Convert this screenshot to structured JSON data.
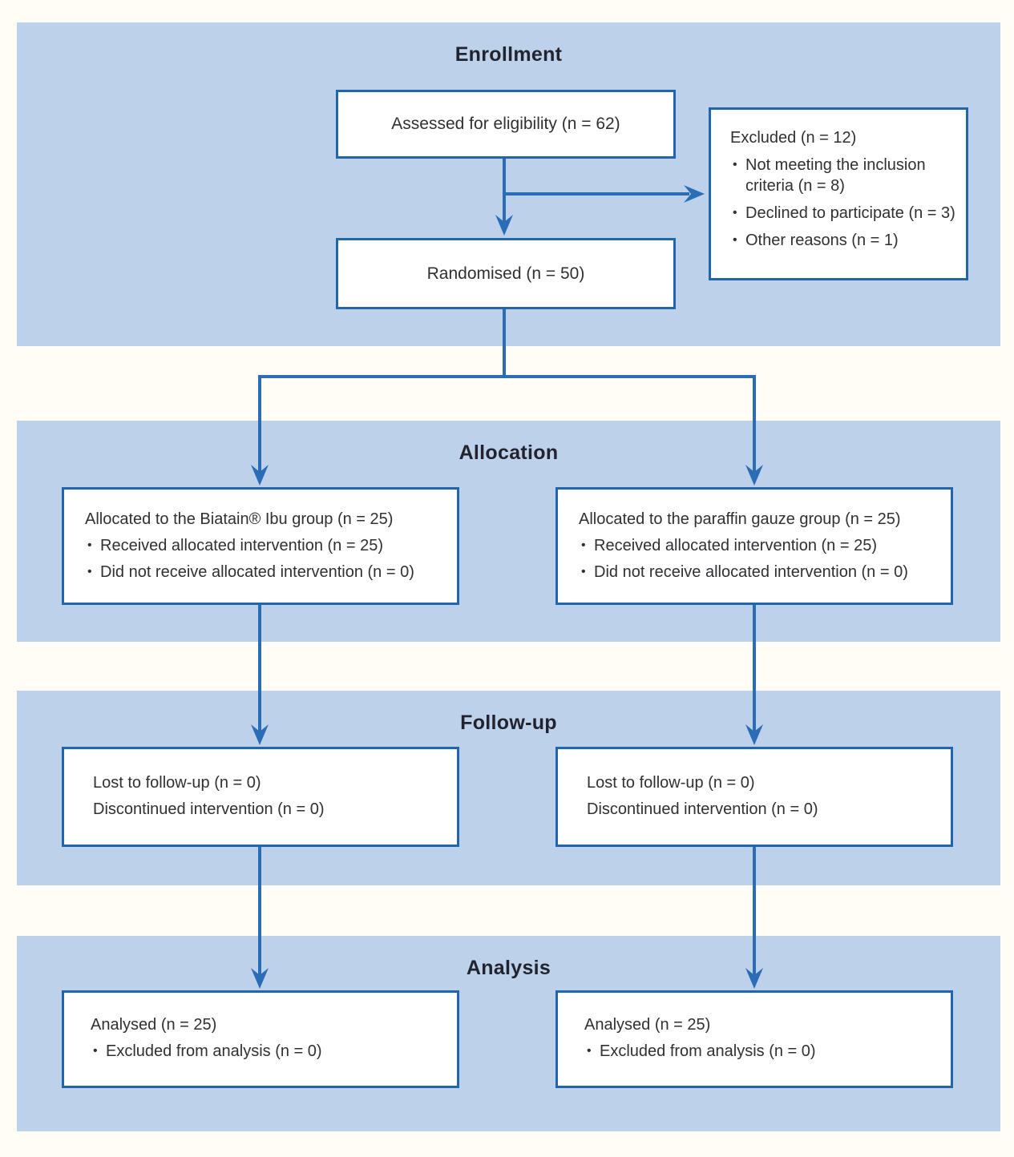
{
  "colors": {
    "page_bg": "#fffdf6",
    "band": "#bdd1ea",
    "box_bg": "#ffffff",
    "border": "#2166ad",
    "arrow": "#2a6db6",
    "heading": "#21242e",
    "text": "#303034"
  },
  "sections": {
    "enrollment": {
      "label": "Enrollment"
    },
    "allocation": {
      "label": "Allocation"
    },
    "followup": {
      "label": "Follow-up"
    },
    "analysis": {
      "label": "Analysis"
    }
  },
  "boxes": {
    "assessed": {
      "text": "Assessed for eligibility (n = 62)"
    },
    "excluded": {
      "title": "Excluded (n = 12)",
      "bullets": [
        "Not meeting the inclusion criteria (n = 8)",
        "Declined to participate (n = 3)",
        "Other reasons (n = 1)"
      ]
    },
    "randomised": {
      "text": "Randomised (n = 50)"
    },
    "allocation_left": {
      "title": "Allocated to the Biatain® Ibu group (n = 25)",
      "bullets": [
        "Received allocated intervention (n = 25)",
        "Did not receive allocated intervention (n = 0)"
      ]
    },
    "allocation_right": {
      "title": "Allocated to the paraffin gauze group (n = 25)",
      "bullets": [
        "Received allocated intervention (n = 25)",
        "Did not receive allocated intervention (n = 0)"
      ]
    },
    "followup_left": {
      "lines": [
        "Lost to follow-up (n = 0)",
        "Discontinued intervention (n = 0)"
      ]
    },
    "followup_right": {
      "lines": [
        "Lost to follow-up (n = 0)",
        "Discontinued intervention (n = 0)"
      ]
    },
    "analysis_left": {
      "title": "Analysed (n = 25)",
      "bullets": [
        "Excluded from analysis (n = 0)"
      ]
    },
    "analysis_right": {
      "title": "Analysed (n = 25)",
      "bullets": [
        "Excluded from analysis (n = 0)"
      ]
    }
  }
}
